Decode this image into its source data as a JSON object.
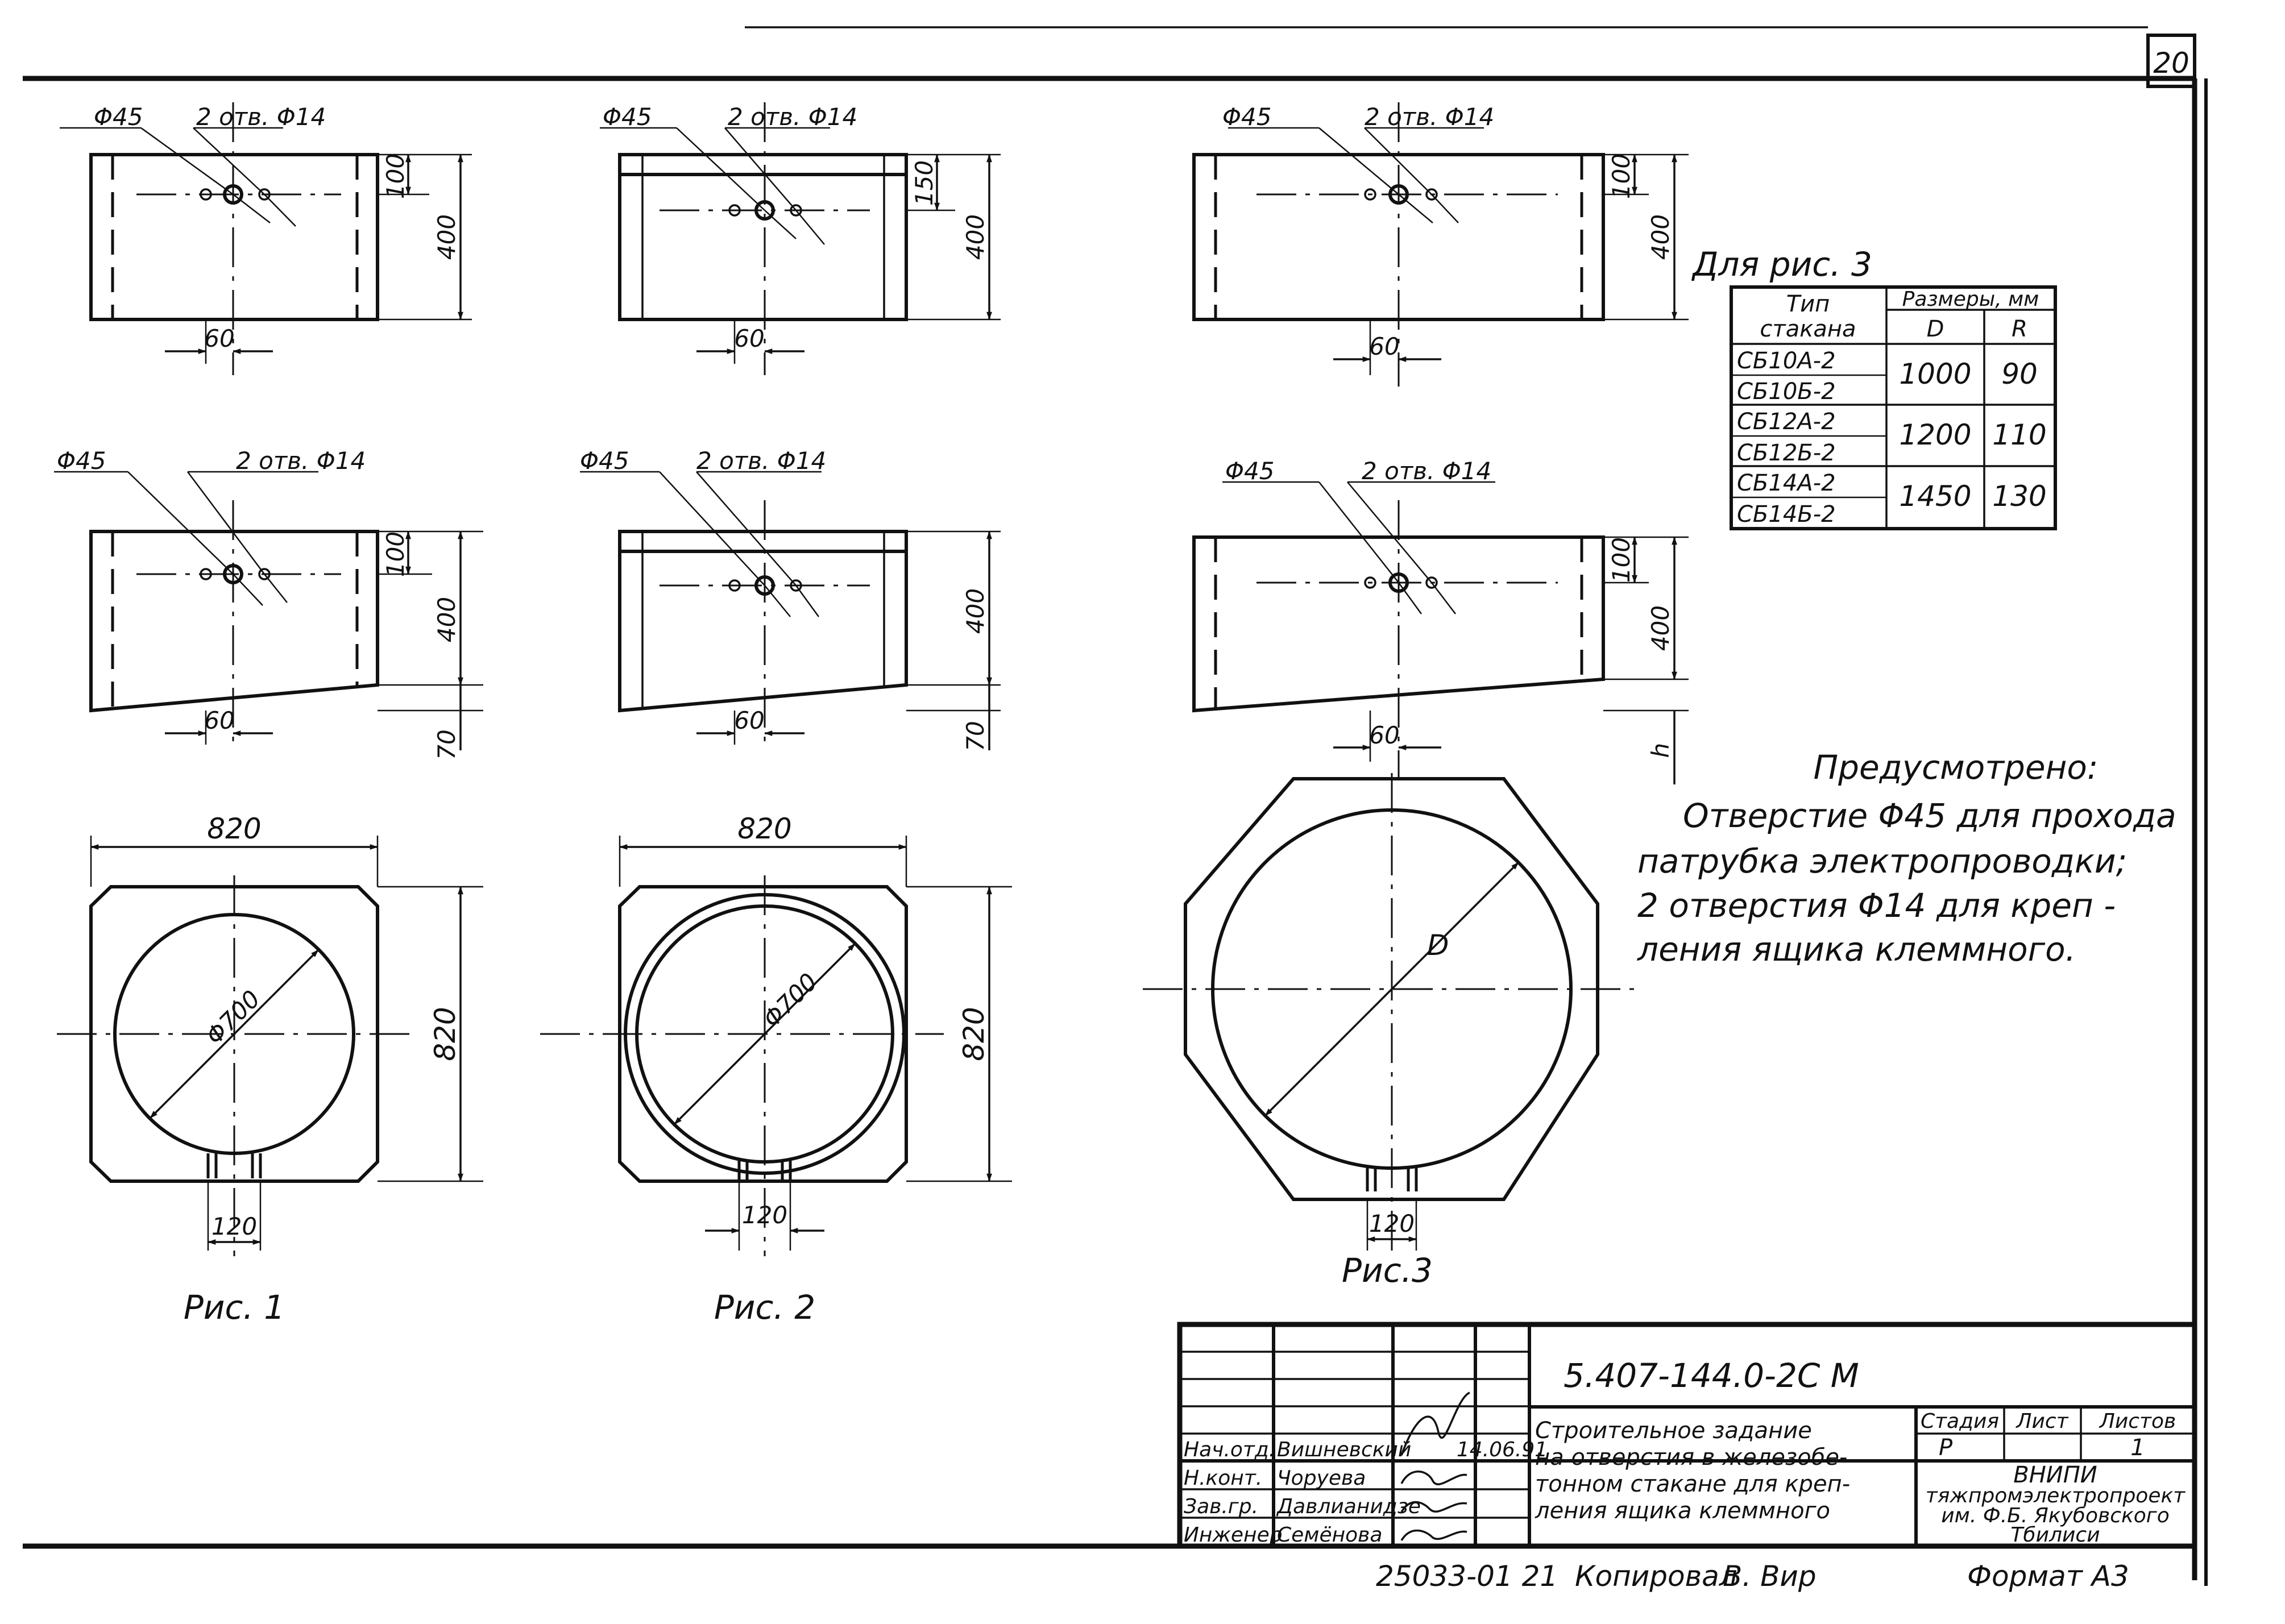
{
  "sheet_number": "20",
  "views": {
    "d45": "Φ45",
    "holes": "2 отв. Φ14",
    "d700": "Φ700",
    "d": "D",
    "dim_60": "60",
    "dim_100": "100",
    "dim_150": "150",
    "dim_400": "400",
    "dim_70": "70",
    "dim_h": "h",
    "dim_820": "820",
    "dim_120": "120"
  },
  "figures": [
    "Рис. 1",
    "Рис. 2",
    "Рис.3"
  ],
  "size_table": {
    "title": "Для рис. 3",
    "col_type": [
      "Тип",
      "стакана"
    ],
    "col_sizes": "Размеры, мм",
    "col_D": "D",
    "col_R": "R",
    "rows": [
      {
        "types": [
          "СБ10А-2",
          "СБ10Б-2"
        ],
        "D": "1000",
        "R": "90"
      },
      {
        "types": [
          "СБ12А-2",
          "СБ12Б-2"
        ],
        "D": "1200",
        "R": "110"
      },
      {
        "types": [
          "СБ14А-2",
          "СБ14Б-2"
        ],
        "D": "1450",
        "R": "130"
      }
    ]
  },
  "note": {
    "title": "Предусмотрено:",
    "lines": [
      "Отверстие Φ45 для прохода",
      "патрубка электропроводки;",
      "2 отверстия Φ14 для креп -",
      "ления ящика клеммного."
    ]
  },
  "title_block": {
    "doc_code": "5.407-144.0-2С М",
    "title_lines": [
      "Строительное задание",
      "на отверстия в железобе-",
      "тонном стакане для креп-",
      "ления ящика клеммного"
    ],
    "roles": [
      "Нач.отд.",
      "Н.конт.",
      "Зав.гр.",
      "Инженер"
    ],
    "names": [
      "Вишневский",
      "Чоруева",
      "Давлианидзе",
      "Семёнова"
    ],
    "date": "14.06.91",
    "stage_label": "Стадия",
    "sheet_label": "Лист",
    "sheets_label": "Листов",
    "stage": "Р",
    "sheets_total": "1",
    "org_lines": [
      "ВНИПИ",
      "тяжпромэлектропроект",
      "им. Ф.Б. Якубовского",
      "Тбилиси"
    ]
  },
  "footer": {
    "inventory": "25033-01 21",
    "copied_label": "Копировал",
    "copier": "В. Вир",
    "format_label": "Формат А3"
  }
}
